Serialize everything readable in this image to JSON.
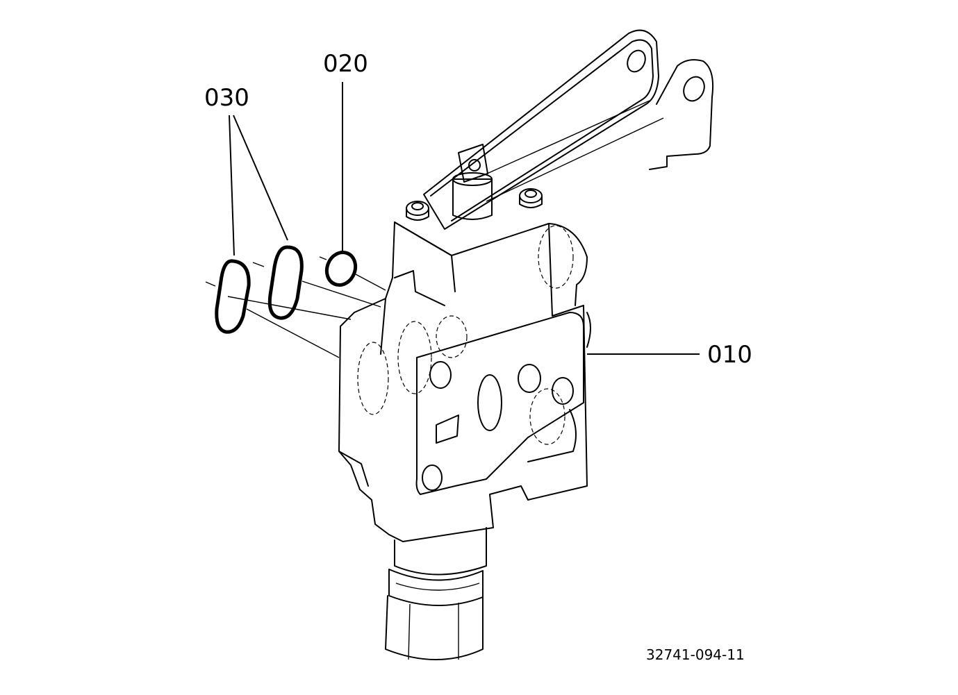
{
  "callouts": {
    "part_010": "010",
    "part_020": "020",
    "part_030": "030"
  },
  "drawing_number": "32741-094-11"
}
